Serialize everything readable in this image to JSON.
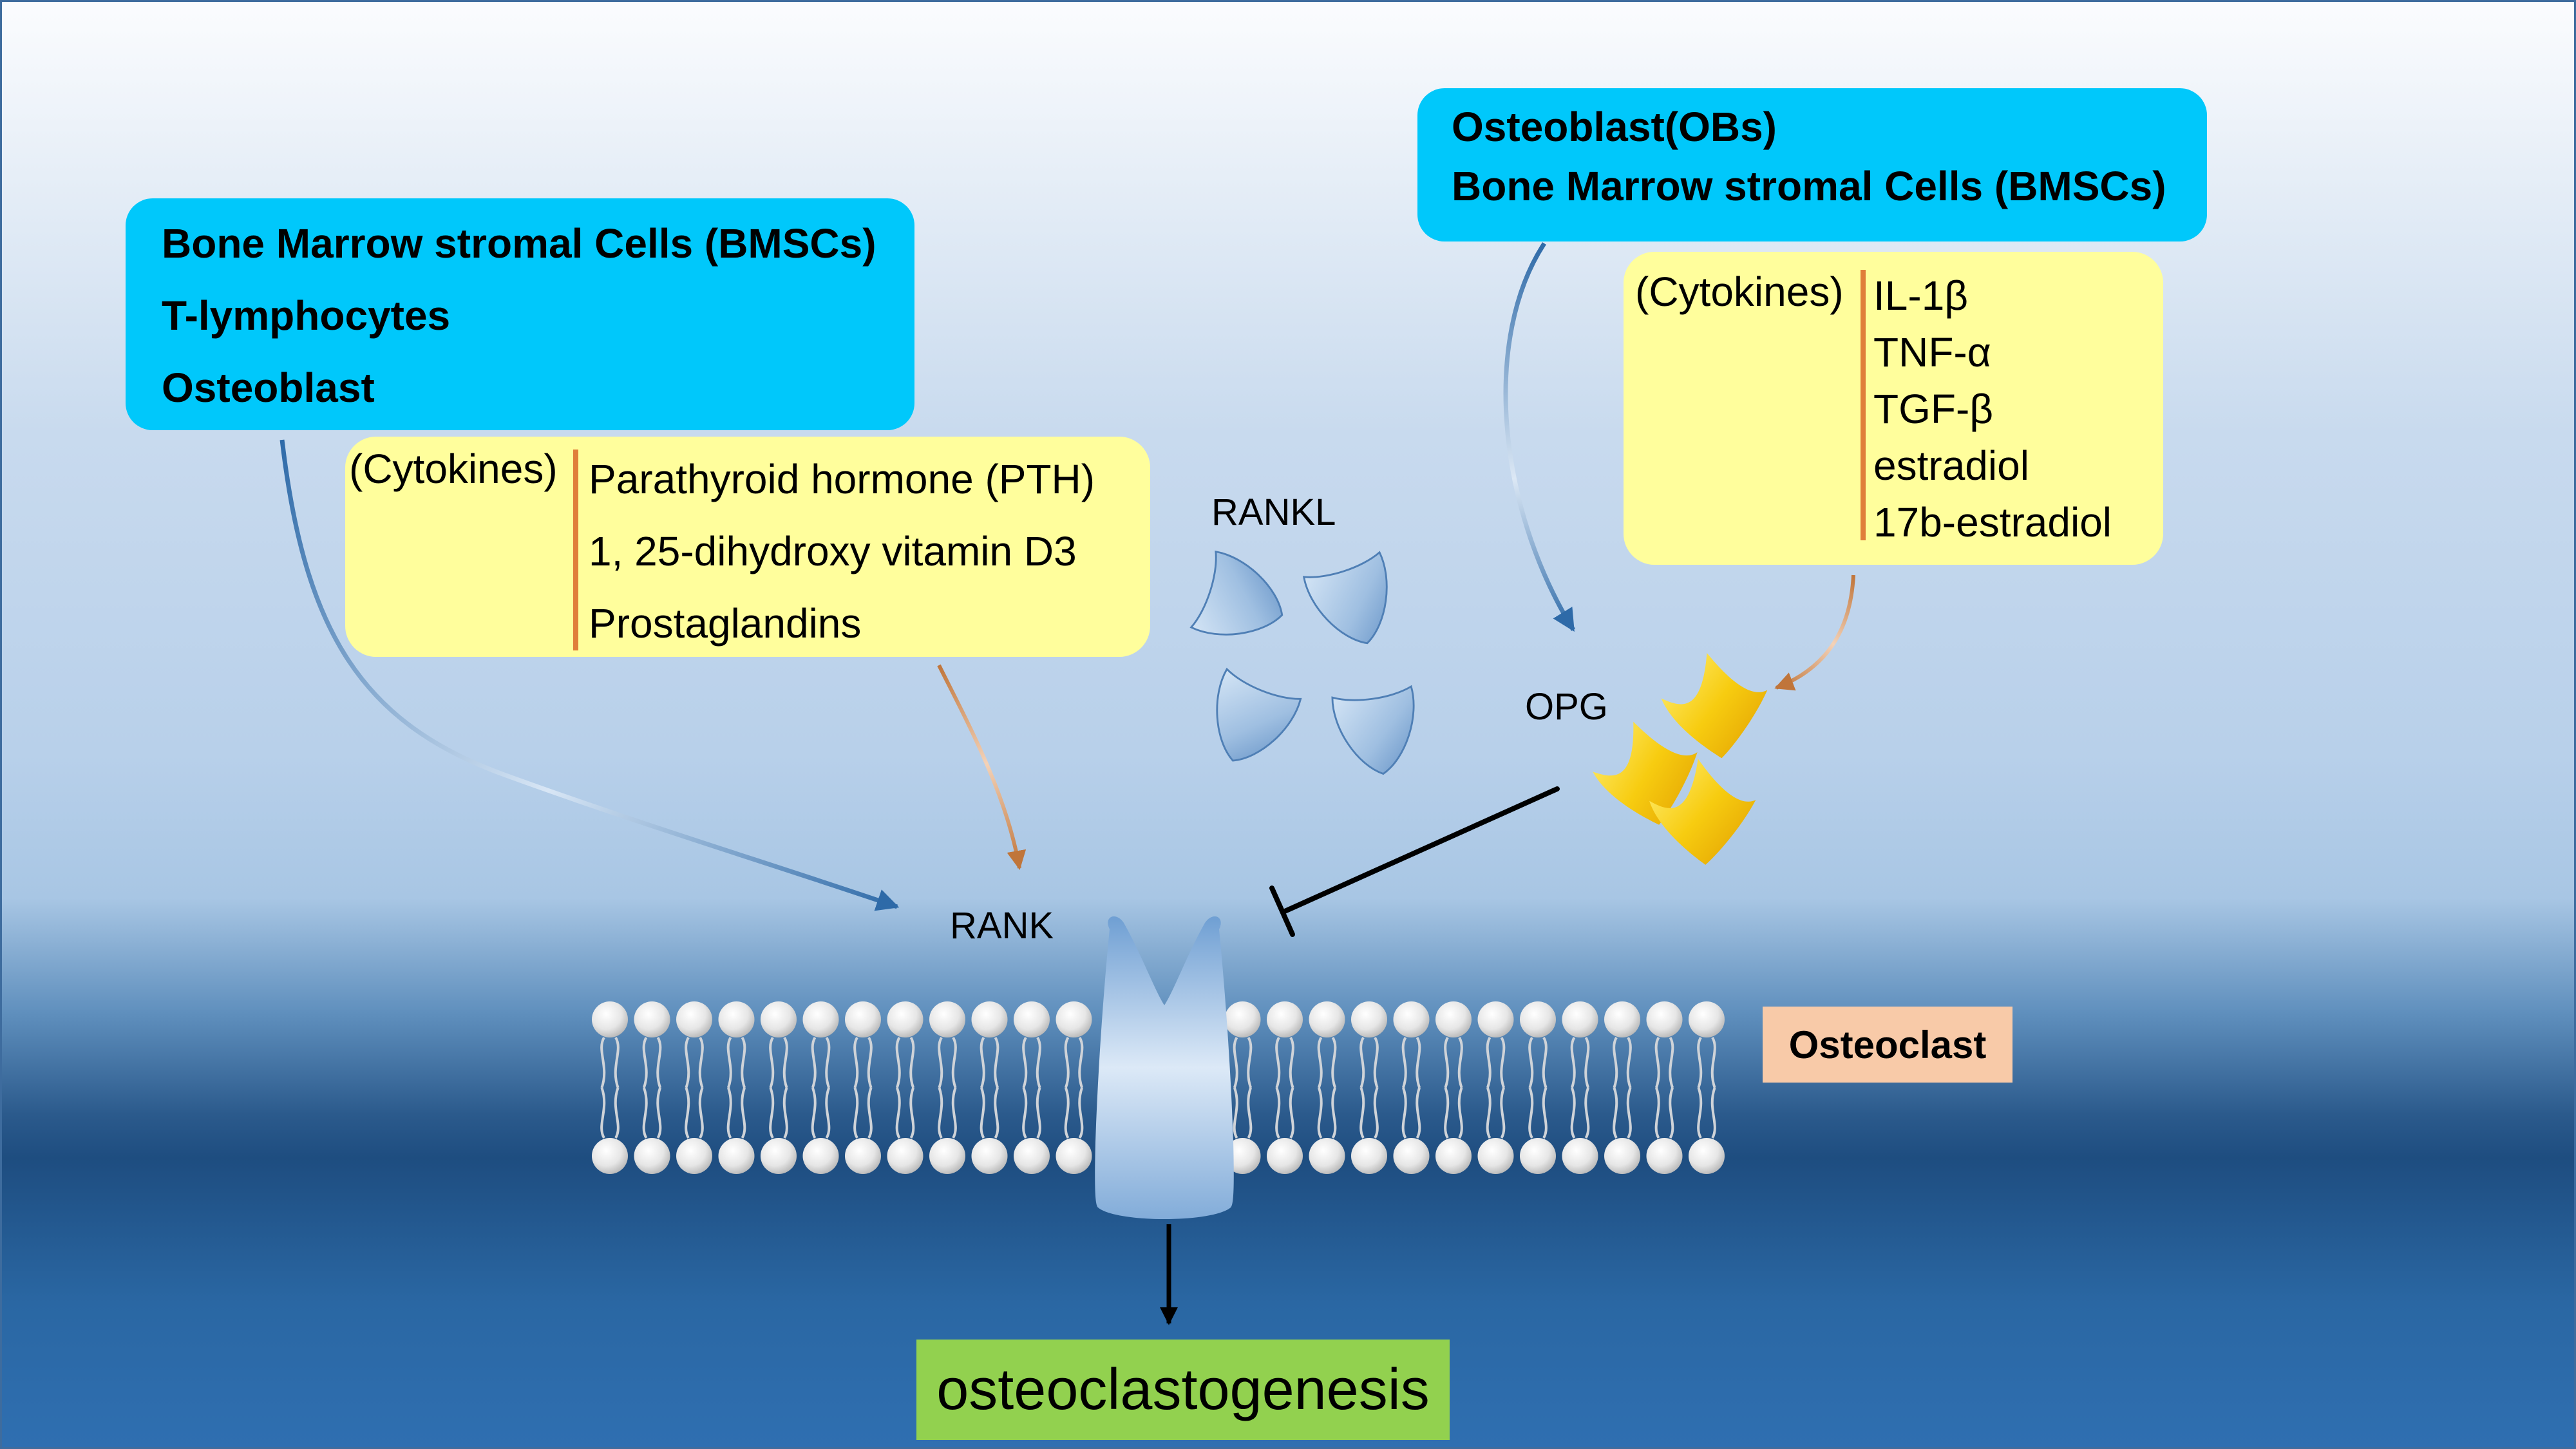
{
  "left_source": {
    "cells": [
      "Bone Marrow stromal Cells  (BMSCs)",
      "T-lymphocytes",
      "Osteoblast"
    ]
  },
  "left_cytokines": {
    "tag": "(Cytokines)",
    "items": [
      "Parathyroid hormone (PTH)",
      "1, 25-dihydroxy vitamin D3",
      "Prostaglandins"
    ]
  },
  "right_source": {
    "cells": [
      "Osteoblast(OBs)",
      "Bone Marrow stromal Cells  (BMSCs)"
    ]
  },
  "right_cytokines": {
    "tag": "(Cytokines)",
    "items": [
      "IL-1β",
      "TNF-α",
      "TGF-β",
      "estradiol",
      "17b-estradiol"
    ]
  },
  "labels": {
    "rankl": "RANKL",
    "opg": "OPG",
    "rank": "RANK",
    "cell": "Osteoclast",
    "outcome": "osteoclastogenesis"
  },
  "colors": {
    "source_box": "#00c8fb",
    "cytokine_box": "#fffe9c",
    "divider": "#e07e3a",
    "rankl_protein": "#8fb3da",
    "opg_protein": "#f5c400",
    "receptor": "#7fa9d6",
    "osteoclast_label_bg": "#f8caa8",
    "outcome_bg": "#92d14f",
    "blue_arrow": "#2e6aa8",
    "orange_arrow": "#c0753a",
    "inhibition": "#000000"
  }
}
